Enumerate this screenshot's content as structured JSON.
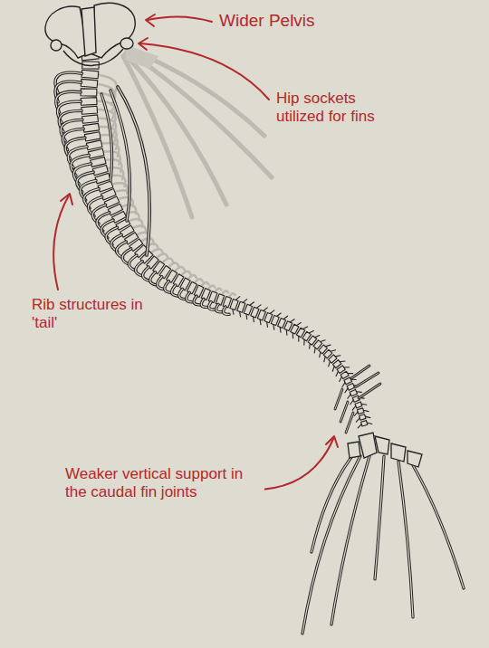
{
  "diagram": {
    "labels": [
      "Wider Pelvis",
      "Hip sockets utilized for fins",
      "Rib structures in 'tail'",
      "Weaker vertical support in the caudal fin joints"
    ]
  }
}
